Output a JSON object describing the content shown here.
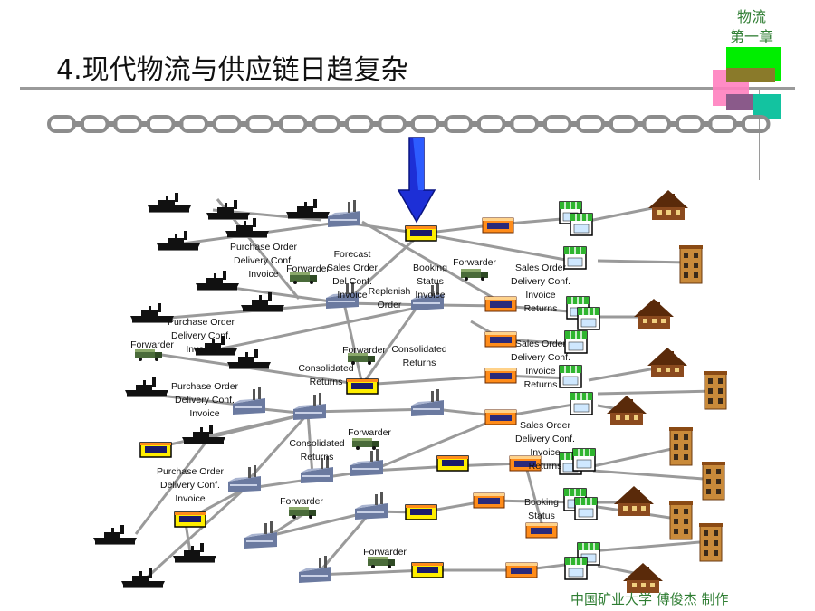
{
  "slide": {
    "title": "4.现代物流与供应链日趋复杂",
    "chapter_line1": "物流",
    "chapter_line2": "第一章",
    "footer": "中国矿业大学 傅俊杰 制作"
  },
  "labels": {
    "po1": [
      "Purchase Order",
      "Delivery Conf.",
      "Invoice"
    ],
    "forecast": [
      "Forecast",
      "Sales Order",
      "Del Conf.",
      "Invoice"
    ],
    "forwarder1": [
      "Forwarder"
    ],
    "replenish": [
      "Replenish",
      "Order"
    ],
    "booking1": [
      "Booking",
      "Status",
      "Invoice"
    ],
    "forwarder2": [
      "Forwarder"
    ],
    "so1": [
      "Sales Order",
      "Delivery Conf.",
      "Invoice",
      "Returns"
    ],
    "po2": [
      "Purchase Order",
      "Delivery Conf.",
      "Invoice"
    ],
    "forwarder3": [
      "Forwarder"
    ],
    "forwarder4": [
      "Forwarder"
    ],
    "consolidated1": [
      "Consolidated",
      "Returns"
    ],
    "so2": [
      "Sales Order",
      "Delivery Conf.",
      "Invoice",
      "Returns"
    ],
    "consolidated2": [
      "Consolidated",
      "Returns"
    ],
    "po3": [
      "Purchase Order",
      "Delivery Conf.",
      "Invoice"
    ],
    "forwarder5": [
      "Forwarder"
    ],
    "consolidated3": [
      "Consolidated",
      "Returns"
    ],
    "so3": [
      "Sales Order",
      "Delivery Conf.",
      "Invoice",
      "Returns"
    ],
    "po4": [
      "Purchase Order",
      "Delivery Conf.",
      "Invoice"
    ],
    "forwarder6": [
      "Forwarder"
    ],
    "booking2": [
      "Booking",
      "Status"
    ],
    "forwarder7": [
      "Forwarder"
    ]
  },
  "colors": {
    "chain": "#8c8c8c",
    "arrow": "#1d2fd6",
    "edge": "#9a9a9a",
    "ship": "#111111",
    "factory": "#6b7aa0",
    "store_yellow": "#ffee00",
    "store_orange": "#ff8c1a",
    "shop_green": "#2fb52f",
    "house_brown": "#8b4a1e",
    "building_tan": "#c98a3a"
  },
  "icons": [
    "chain-icon",
    "down-arrow-icon",
    "ship-icon",
    "factory-icon",
    "forwarder-truck-icon",
    "warehouse-icon",
    "distribution-center-icon",
    "retail-shop-icon",
    "house-icon",
    "apartment-building-icon"
  ]
}
